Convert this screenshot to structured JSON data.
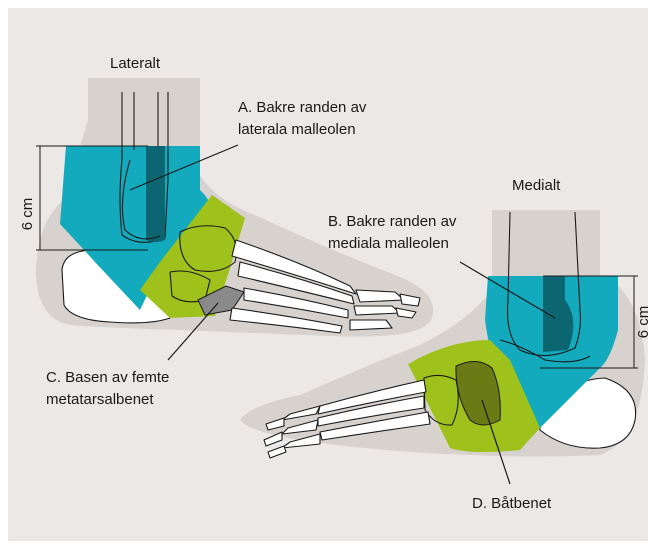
{
  "views": {
    "lateral": {
      "title": "Lateralt"
    },
    "medial": {
      "title": "Medialt"
    }
  },
  "measure": {
    "lateral": "6 cm",
    "medial": "6 cm"
  },
  "labels": {
    "a": [
      "A. Bakre randen av",
      "laterala malleolen"
    ],
    "b": [
      "B. Bakre randen av",
      "mediala malleolen"
    ],
    "c": [
      "C. Basen av femte",
      "metatarsalbenet"
    ],
    "d": [
      "D. Båtbenet"
    ]
  },
  "colors": {
    "background": "#ece8e5",
    "shadow": "#d8d2cf",
    "zone_ankle": "#12aabc",
    "zone_midfoot": "#9ec11c",
    "malleolus_dark": "#0b6672",
    "navicular_dark": "#6a7a14",
    "metatarsal_base": "#8a8a8a"
  }
}
